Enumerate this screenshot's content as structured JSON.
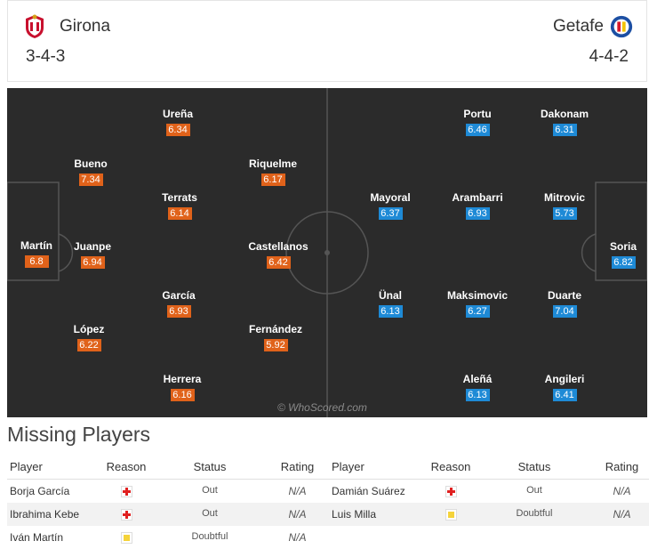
{
  "home": {
    "name": "Girona",
    "formation": "3-4-3",
    "rating_color": "#e0621a"
  },
  "away": {
    "name": "Getafe",
    "formation": "4-4-2",
    "rating_color": "#1e8ad6"
  },
  "home_players": [
    {
      "name": "Martín",
      "rating": "6.8"
    },
    {
      "name": "Bueno",
      "rating": "7.34"
    },
    {
      "name": "Juanpe",
      "rating": "6.94"
    },
    {
      "name": "López",
      "rating": "6.22"
    },
    {
      "name": "Ureña",
      "rating": "6.34"
    },
    {
      "name": "Terrats",
      "rating": "6.14"
    },
    {
      "name": "García",
      "rating": "6.93"
    },
    {
      "name": "Herrera",
      "rating": "6.16"
    },
    {
      "name": "Riquelme",
      "rating": "6.17"
    },
    {
      "name": "Castellanos",
      "rating": "6.42"
    },
    {
      "name": "Fernández",
      "rating": "5.92"
    }
  ],
  "away_players": [
    {
      "name": "Portu",
      "rating": "6.46"
    },
    {
      "name": "Dakonam",
      "rating": "6.31"
    },
    {
      "name": "Mayoral",
      "rating": "6.37"
    },
    {
      "name": "Arambarri",
      "rating": "6.93"
    },
    {
      "name": "Mitrovic",
      "rating": "5.73"
    },
    {
      "name": "Soria",
      "rating": "6.82"
    },
    {
      "name": "Ünal",
      "rating": "6.13"
    },
    {
      "name": "Maksimovic",
      "rating": "6.27"
    },
    {
      "name": "Duarte",
      "rating": "7.04"
    },
    {
      "name": "Aleñá",
      "rating": "6.13"
    },
    {
      "name": "Angileri",
      "rating": "6.41"
    }
  ],
  "watermark": "© WhoScored.com",
  "missing": {
    "title": "Missing Players",
    "headers": {
      "player": "Player",
      "reason": "Reason",
      "status": "Status",
      "rating": "Rating"
    },
    "home": [
      {
        "player": "Borja García",
        "reason": "injury",
        "status": "Out",
        "rating": "N/A"
      },
      {
        "player": "Ibrahima Kebe",
        "reason": "injury",
        "status": "Out",
        "rating": "N/A"
      },
      {
        "player": "Iván Martín",
        "reason": "doubtful",
        "status": "Doubtful",
        "rating": "N/A"
      }
    ],
    "away": [
      {
        "player": "Damián Suárez",
        "reason": "injury",
        "status": "Out",
        "rating": "N/A"
      },
      {
        "player": "Luis Milla",
        "reason": "doubtful",
        "status": "Doubtful",
        "rating": "N/A"
      }
    ]
  }
}
